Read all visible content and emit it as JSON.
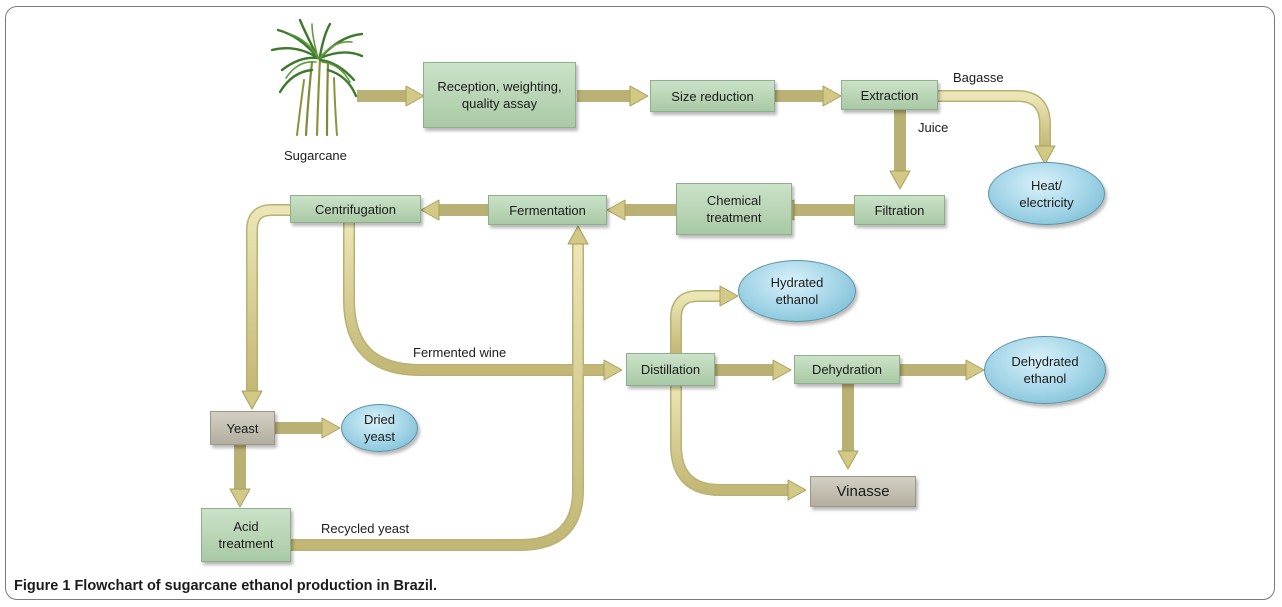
{
  "nodes": {
    "reception": "Reception, weighting, quality assay",
    "size_reduction": "Size reduction",
    "extraction": "Extraction",
    "heat": "Heat/ electricity",
    "filtration": "Filtration",
    "chemical": "Chemical treatment",
    "fermentation": "Fermentation",
    "centrifugation": "Centrifugation",
    "yeast": "Yeast",
    "dried_yeast": "Dried yeast",
    "acid": "Acid treatment",
    "distillation": "Distillation",
    "hydrated": "Hydrated ethanol",
    "dehydration": "Dehydration",
    "dehydrated": "Dehydrated ethanol",
    "vinasse": "Vinasse"
  },
  "labels": {
    "sugarcane": "Sugarcane",
    "bagasse": "Bagasse",
    "juice": "Juice",
    "fermented_wine": "Fermented wine",
    "recycled_yeast": "Recycled yeast"
  },
  "caption": {
    "prefix": "Figure 1",
    "text": "Flowchart of sugarcane ethanol production in Brazil."
  },
  "colors": {
    "process_box": "#b8d6b4",
    "product_oval": "#9fd3e6",
    "arrow": "#d9d095",
    "residue_box": "#c4bfb0"
  }
}
